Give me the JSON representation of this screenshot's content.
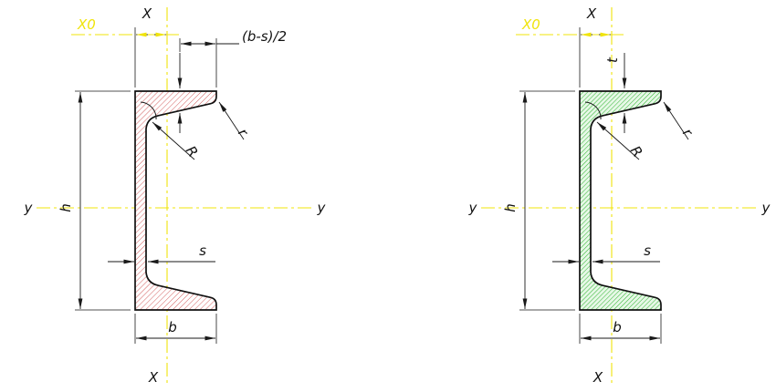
{
  "colors": {
    "background": "#ffffff",
    "axis_yellow": "#f0e40a",
    "outline": "#111111",
    "dimension": "#1a1a1a",
    "hatch_left": "#cc4444",
    "fill_left": "#ffffff",
    "hatch_right": "#33b633",
    "fill_right": "#e7f8e7"
  },
  "left_diagram": {
    "description": "channel-section-red-hatched",
    "labels": {
      "x0": "X0",
      "x_top": "X",
      "x_bottom": "X",
      "y_left": "y",
      "y_right": "y",
      "h": "h",
      "s": "s",
      "b": "b",
      "flange_dim": "(b-s)/2",
      "toe_radius": "r",
      "root_radius": "R"
    }
  },
  "right_diagram": {
    "description": "channel-section-green-hatched",
    "labels": {
      "x0": "X0",
      "x_top": "X",
      "x_bottom": "X",
      "y_left": "y",
      "y_right": "y",
      "h": "h",
      "s": "s",
      "b": "b",
      "flange_thickness": "t",
      "toe_radius": "r",
      "root_radius": "R"
    }
  }
}
